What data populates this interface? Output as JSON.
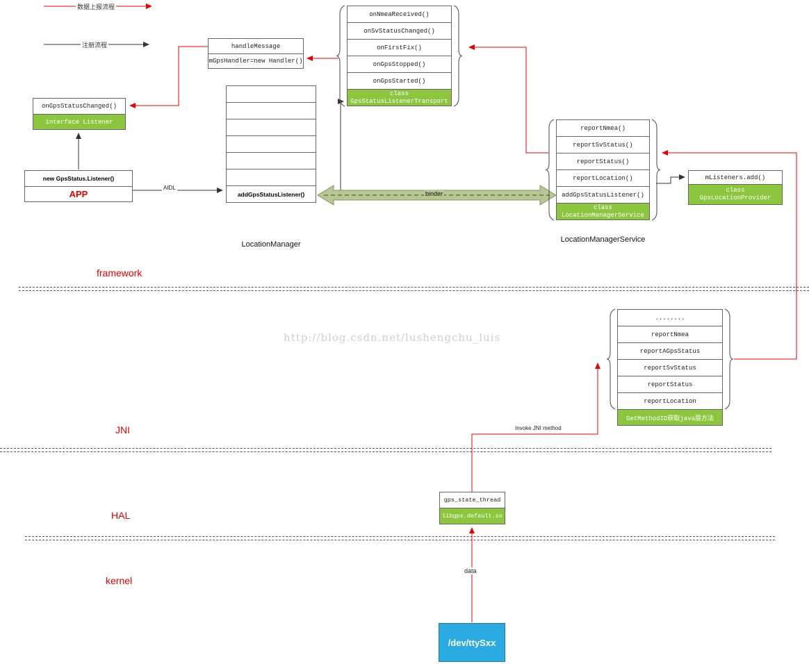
{
  "colors": {
    "green": "#8CC63F",
    "red": "#EE0000",
    "blue": "#29ABE2",
    "binder_fill": "#B8C695",
    "watermark_gray": "#CFCFCF"
  },
  "legend": {
    "data_flow_label": "数据上报流程",
    "register_flow_label": "注册流程"
  },
  "layers": {
    "framework": "framework",
    "jni": "JNI",
    "hal": "HAL",
    "kernel": "kernel"
  },
  "watermark": "http://blog.csdn.net/lushengchu_luis",
  "app": {
    "constructor": "new GpsStatus.Listener()",
    "label": "APP"
  },
  "listener_box": {
    "method": "onGpsStatusChanged()",
    "interface": "interface Listener"
  },
  "handler_box": {
    "title": "handleMessage",
    "body": "mGpsHandler=new Handler()"
  },
  "transport": {
    "methods": [
      "onNmeaReceived()",
      "onSvStatusChanged()",
      "onFirstFix()",
      "onGpsStopped()",
      "onGpsStarted()"
    ],
    "class_keyword": "class",
    "class_name": "GpsStatusListenerTransport"
  },
  "location_manager": {
    "method": "addGpsStatusListener()",
    "caption": "LocationManager"
  },
  "lms": {
    "methods": [
      "reportNmea()",
      "reportSvStatus()",
      "reportStatus()",
      "reportLocation()",
      "addGpsStatusListener()"
    ],
    "class_keyword": "class",
    "class_name": "LocationManagerService",
    "caption": "LocationManagerService"
  },
  "provider": {
    "method": "mListeners.add()",
    "class_keyword": "class",
    "class_name": "GpsLocationProvider"
  },
  "jni_stack": {
    "methods": [
      "........",
      "reportNmea",
      "reportAGpsStatus",
      "reportSvStatus",
      "reportStatus",
      "reportLocation"
    ],
    "green_label": "GetMethodID获取java层方法"
  },
  "hal_box": {
    "thread": "gps_state_thread",
    "lib": "libgps.default.so"
  },
  "kernel_box": {
    "device": "/dev/ttySxx"
  },
  "connectors": {
    "binder": "binder",
    "aidl": "AIDL",
    "invoke_jni": "Invoke JNI method",
    "data": "data"
  }
}
